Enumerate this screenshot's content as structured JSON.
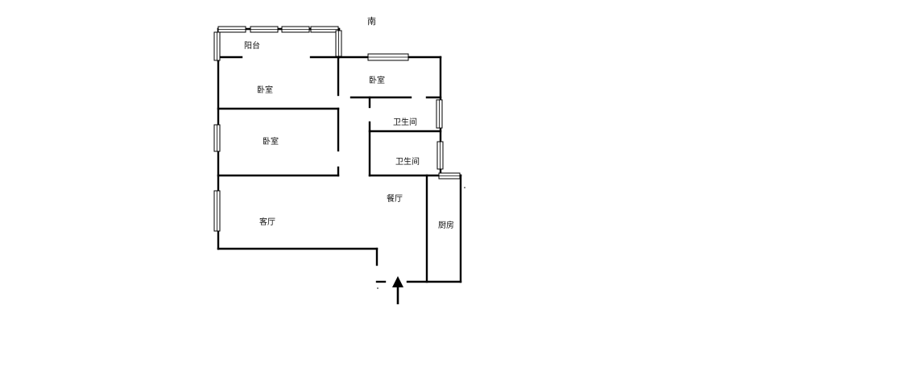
{
  "compass": {
    "south": "南"
  },
  "rooms": {
    "balcony": "阳台",
    "bedroom_top": "卧室",
    "bedroom_middle": "卧室",
    "bedroom_right": "卧室",
    "bathroom_upper": "卫生间",
    "bathroom_lower": "卫生间",
    "dining_room": "餐厅",
    "living_room": "客厅",
    "kitchen": "厨房"
  },
  "entrance": {
    "icon": "up-arrow-icon"
  },
  "colors": {
    "wall": "#000000",
    "window_fill": "#ffffff",
    "background": "#ffffff"
  }
}
